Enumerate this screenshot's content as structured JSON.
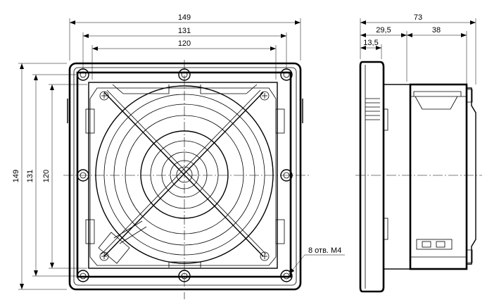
{
  "front_view": {
    "dims_horizontal": {
      "overall": "149",
      "middle": "131",
      "inner": "120"
    },
    "dims_vertical": {
      "overall": "149",
      "middle": "131",
      "inner": "120"
    },
    "hole_note": "8 отв. M4"
  },
  "side_view": {
    "dims": {
      "overall": "73",
      "front": "29,5",
      "rear": "38",
      "flange": "13,5"
    }
  }
}
